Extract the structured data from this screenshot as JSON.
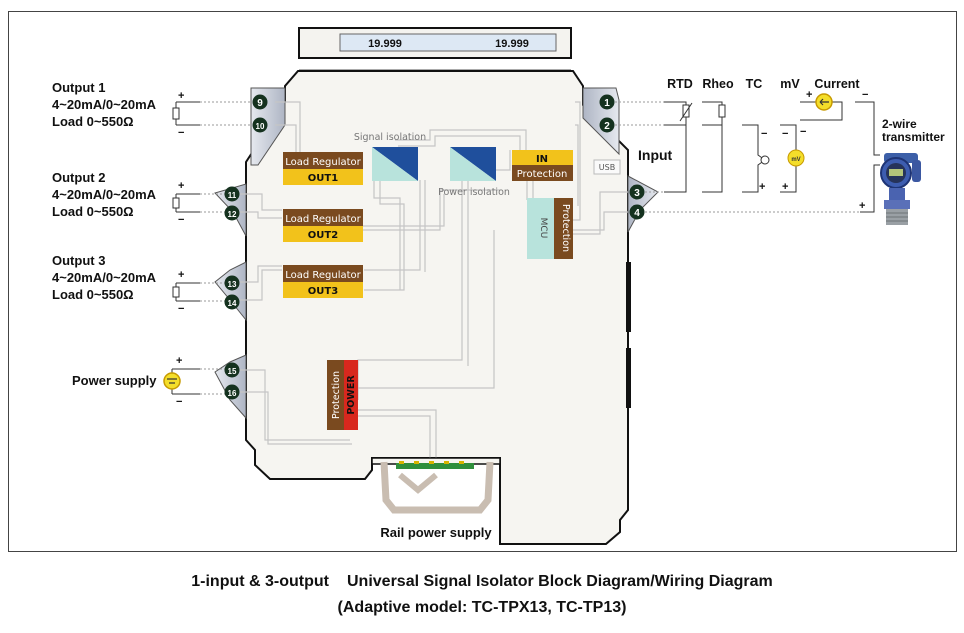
{
  "display": {
    "reading_1": "19.999",
    "reading_2": "19.999"
  },
  "outputs": [
    {
      "title": "Output 1",
      "range": "4~20mA/0~20mA",
      "load": "Load 0~550Ω",
      "terminals": [
        "9",
        "10"
      ],
      "block": {
        "top": "Load Regulator",
        "bottom": "OUT1"
      }
    },
    {
      "title": "Output 2",
      "range": "4~20mA/0~20mA",
      "load": "Load 0~550Ω",
      "terminals": [
        "11",
        "12"
      ],
      "block": {
        "top": "Load Regulator",
        "bottom": "OUT2"
      }
    },
    {
      "title": "Output 3",
      "range": "4~20mA/0~20mA",
      "load": "Load 0~550Ω",
      "terminals": [
        "13",
        "14"
      ],
      "block": {
        "top": "Load Regulator",
        "bottom": "OUT3"
      }
    }
  ],
  "power": {
    "label": "Power supply",
    "terminals": [
      "15",
      "16"
    ],
    "block": {
      "protection": "Protection",
      "power": "POWER"
    }
  },
  "rail": {
    "label": "Rail power supply"
  },
  "isolation": {
    "signal": "Signal isolation",
    "power": "Power isolation"
  },
  "input_block": {
    "top": "IN",
    "bottom": "Protection"
  },
  "mcu": {
    "label": "MCU",
    "protection": "Protection"
  },
  "usb": "USB",
  "input": {
    "label": "Input",
    "terminals": [
      "1",
      "2",
      "3",
      "4"
    ],
    "types": [
      "RTD",
      "Rheo",
      "TC",
      "mV",
      "Current"
    ],
    "mv_meter": "mV",
    "transmitter": "2-wire\ntransmitter",
    "transmitter_line1": "2-wire",
    "transmitter_line2": "transmitter"
  },
  "polarity": {
    "plus": "+",
    "minus": "−"
  },
  "caption": {
    "line1_a": "1-input & 3-output",
    "line1_b": "Universal Signal Isolator Block Diagram/Wiring Diagram",
    "line2": "(Adaptive model: TC-TPX13, TC-TP13)"
  },
  "colors": {
    "brown": "#7a4a1f",
    "yellow": "#f2c21b",
    "red": "#d8281e",
    "iso_light": "#b8e3dc",
    "iso_dark": "#1f4f9c",
    "mcu": "#b8e3dc",
    "housing": "#f6f5f1",
    "terminal_block": "#c6cbd6",
    "terminal_dot": "#15321f",
    "wire": "#c5c5c5",
    "lcd": "#dde8f4"
  }
}
